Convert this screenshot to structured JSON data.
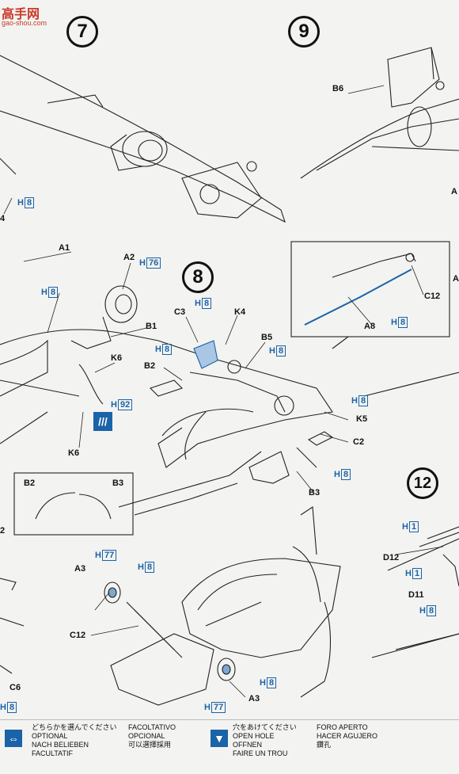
{
  "watermark": {
    "title": "高手网",
    "url": "gao-shou.com"
  },
  "steps": {
    "s7": "7",
    "s8": "8",
    "s9": "9",
    "s12": "12"
  },
  "hletter": "H",
  "parts": {
    "b6": "B6",
    "a_edge_1": "A",
    "a_edge_2": "A",
    "h8_left": "8",
    "n4": "4",
    "a1": "A1",
    "a2": "A2",
    "h76": "76",
    "c3": "C3",
    "h8_c3": "8",
    "k4": "K4",
    "h8_mid_left": "8",
    "b1": "B1",
    "h8_k4": "8",
    "b5": "B5",
    "h8_b5": "8",
    "k6_top": "K6",
    "b2": "B2",
    "h92": "92",
    "k6_bottom": "K6",
    "c12_inset": "C12",
    "a8": "A8",
    "h8_a8": "8",
    "h8_k5": "8",
    "k5": "K5",
    "c2": "C2",
    "h8_c2": "8",
    "b3_main": "B3",
    "inset_b2": "B2",
    "inset_b3": "B3",
    "n2": "2",
    "h77_top": "77",
    "a3_top": "A3",
    "h8_a3": "8",
    "c12_bottom": "C12",
    "h8_bottom": "8",
    "h77_bottom": "77",
    "a3_bottom": "A3",
    "c6": "C6",
    "h8_c6": "8",
    "h1_top": "1",
    "d12": "D12",
    "h1_bottom": "1",
    "d11": "D11",
    "h8_d11": "8"
  },
  "legend": {
    "optional": {
      "icon": "double-arrow-icon",
      "lines": [
        "どちらかを選んでください",
        "OPTIONAL",
        "NACH BELIEBEN",
        "FACULTATIF"
      ],
      "lines2": [
        "FACOLTATIVO",
        "OPCIONAL",
        "可以選擇採用"
      ]
    },
    "hole": {
      "icon": "drill-hole-icon",
      "lines": [
        "穴をあけてください",
        "OPEN HOLE",
        "OFFNEN",
        "FAIRE UN TROU"
      ],
      "lines2": [
        "FORO APERTO",
        "HACER AGUJERO",
        "鑽孔"
      ]
    }
  },
  "colors": {
    "accent": "#1a63a8",
    "ink": "#111111",
    "paper": "#f3f3f1",
    "watermark": "#c83a2a"
  }
}
